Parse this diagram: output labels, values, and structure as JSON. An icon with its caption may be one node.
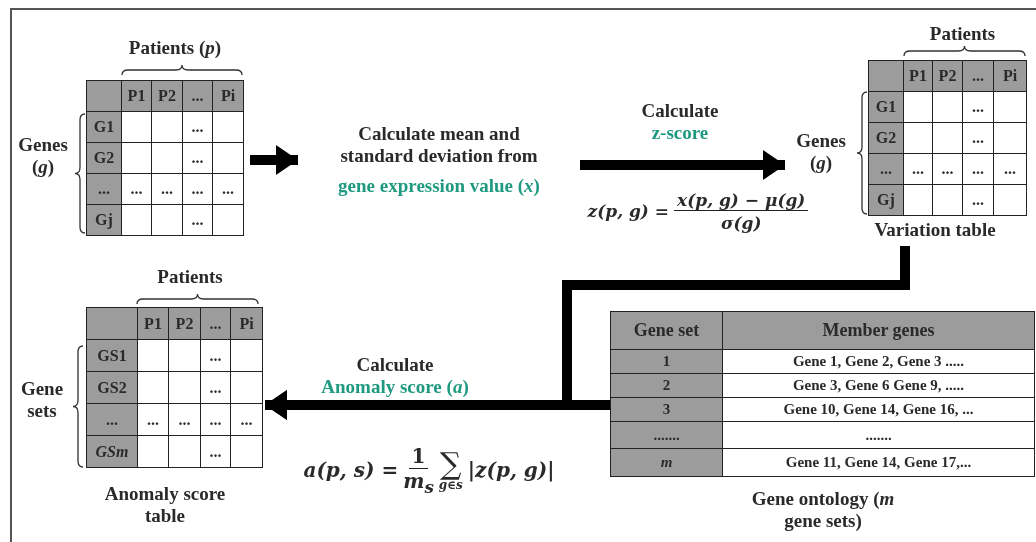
{
  "diagram": {
    "nodes": [
      {
        "text": [
          "Patients (*p*)",
          "Genes (*g*)"
        ]
      },
      {
        "text": [
          "Calculate mean and standard deviation from",
          "gene expression value (*x*)"
        ]
      },
      {
        "text": [
          "Patients",
          "Genes (*g*)",
          "Variation table"
        ]
      },
      {
        "text": [
          "Patients",
          "Gene sets",
          "Anomaly score table"
        ]
      },
      {
        "text": [
          "Gene ontology (*m* gene sets)"
        ]
      }
    ],
    "edges": [
      {
        "from": 0,
        "to": 1,
        "arrow": "to"
      },
      {
        "from": 1,
        "to": 2,
        "arrow": "to",
        "label": "Calculate z-score"
      },
      {
        "from": 2,
        "to": 3,
        "arrow": "to"
      },
      {
        "from": 4,
        "to": 3,
        "arrow": "to",
        "label": "Calculate Anomaly score (*a*)"
      }
    ],
    "labels": [
      "P1",
      "P2",
      "...",
      "Pi",
      "G1",
      "...",
      "G2",
      "...",
      "...",
      "...",
      "...",
      "...",
      "...",
      "Gj",
      "...",
      "z(p, g) =",
      "x(p, g) − μ(g)",
      "σ(g)",
      "P1",
      "P2",
      "...",
      "Pi",
      "G1",
      "...",
      "G2",
      "...",
      "...",
      "...",
      "...",
      "...",
      "...",
      "Gj",
      "...",
      "P1",
      "P2",
      "...",
      "Pi",
      "GS1",
      "...",
      "GS2",
      "...",
      "...",
      "...",
      "...",
      "...",
      "...",
      "GSm",
      "...",
      "a(p, s) =",
      "1",
      "m$_{s}$",
      "∑",
      "g∈s",
      "|z(p, g)|",
      "Gene set",
      "Member genes",
      "1",
      "Gene 1, Gene 2, Gene 3 .....",
      "2",
      "Gene 3, Gene 6 Gene 9, .....",
      "3",
      "Gene 10, Gene 14, Gene 16, ...",
      ".......",
      ".......",
      "*m*",
      "Gene 11, Gene 14, Gene 17,..."
    ]
  }
}
